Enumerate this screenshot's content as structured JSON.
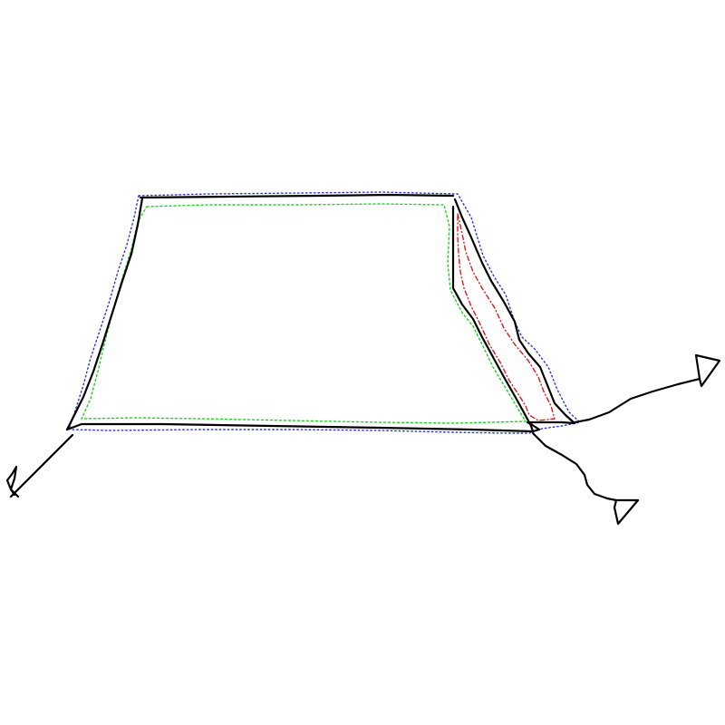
{
  "figure": {
    "kind": "hand-drawn annotated sketch",
    "background": "#ffffff",
    "colors": {
      "black": "#000000",
      "blue": "#2a36d6",
      "green": "#19d819",
      "red": "#e01b1b"
    },
    "styles": {
      "black": "solid",
      "blue": "dotted",
      "green": "dotted",
      "red": "dash-dot"
    }
  }
}
